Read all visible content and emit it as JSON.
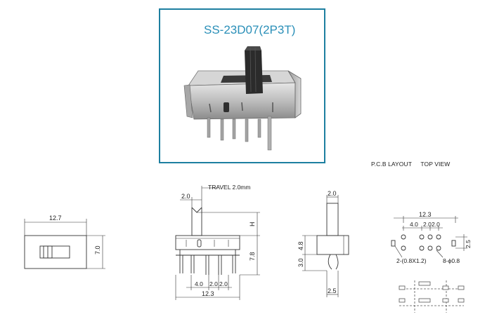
{
  "title": "SS-23D07(2P3T)",
  "captions": {
    "pcb_layout": "P.C.B LAYOUT",
    "top_view": "TOP VIEW"
  },
  "top_view": {
    "width": "12.7",
    "height": "7.0"
  },
  "front_view": {
    "pin_width": "2.0",
    "travel": "TRAVEL 2.0mm",
    "h": "H",
    "body_height": "7.8",
    "pitch_a": "4.0",
    "pitch_b": "2.0",
    "pitch_c": "2.0",
    "overall": "12.3"
  },
  "side_view": {
    "top": "2.0",
    "upper": "4.8",
    "lower": "3.0",
    "bottom": "2.5"
  },
  "pcb": {
    "overall": "12.3",
    "pitch_a": "4.0",
    "pitch_b": "2.0",
    "pitch_c": "2.0",
    "row_gap": "2.5",
    "slot_note": "2-(0.8X1.2)",
    "hole_note": "8-ϕ0.8"
  },
  "colors": {
    "frame": "#1d7fa0",
    "title": "#2a8fb8",
    "line": "#333333"
  }
}
